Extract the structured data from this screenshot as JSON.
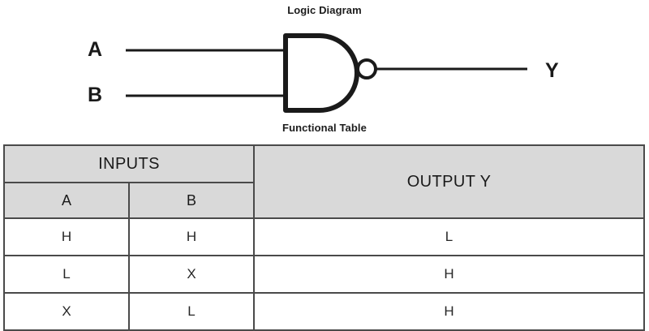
{
  "captions": {
    "logic": "Logic Diagram",
    "table": "Functional Table"
  },
  "logic_diagram": {
    "gate_type": "NAND",
    "inputs": [
      {
        "label": "A"
      },
      {
        "label": "B"
      }
    ],
    "output": {
      "label": "Y"
    },
    "colors": {
      "line": "#1a1a1a",
      "fill": "#ffffff"
    }
  },
  "functional_table": {
    "group_headers": [
      {
        "label": "INPUTS",
        "colspan": 2
      },
      {
        "label": "OUTPUT Y",
        "colspan": 1,
        "rowspan": 2
      }
    ],
    "sub_headers": [
      "A",
      "B"
    ],
    "rows": [
      {
        "a": "H",
        "b": "H",
        "y": "L"
      },
      {
        "a": "L",
        "b": "X",
        "y": "H"
      },
      {
        "a": "X",
        "b": "L",
        "y": "H"
      }
    ],
    "colors": {
      "header_bg": "#d9d9d9",
      "border": "#4a4a4a",
      "cell_bg": "#ffffff"
    }
  }
}
